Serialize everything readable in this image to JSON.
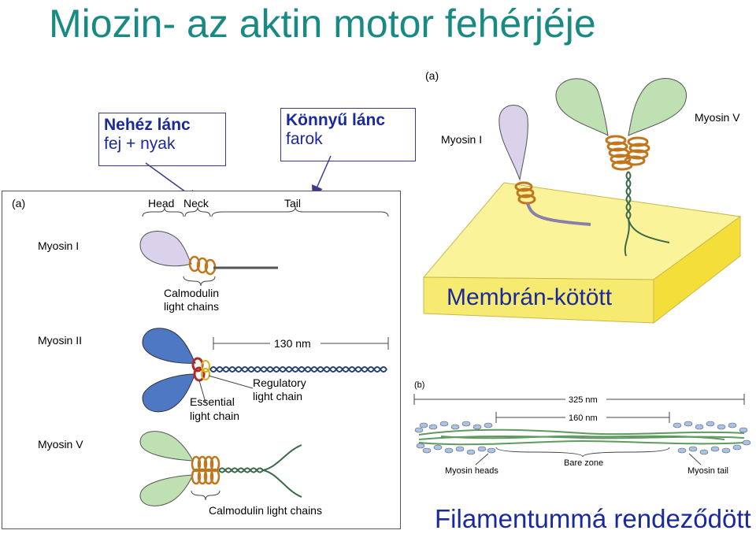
{
  "title": "Miozin- az aktin motor fehérjéje",
  "callouts": {
    "heavy": {
      "line1": "Nehéz lánc",
      "line2": "fej + nyak"
    },
    "light": {
      "line1": "Könnyű lánc",
      "line2": "farok"
    }
  },
  "left_panel": {
    "panel_letter": "(a)",
    "head": "Head",
    "neck": "Neck",
    "tail": "Tail",
    "myosin1": "Myosin I",
    "calmodulin1_l1": "Calmodulin",
    "calmodulin1_l2": "light chains",
    "myosin2": "Myosin II",
    "length": "130 nm",
    "regulatory_l1": "Regulatory",
    "regulatory_l2": "light chain",
    "essential_l1": "Essential",
    "essential_l2": "light chain",
    "myosin5": "Myosin V",
    "calmodulin5": "Calmodulin light chains"
  },
  "right_top": {
    "panel_letter": "(a)",
    "myosin1": "Myosin I",
    "myosin5": "Myosin V",
    "caption": "Membrán-kötött"
  },
  "right_bottom": {
    "panel_letter": "(b)",
    "length_325": "325 nm",
    "length_160": "160 nm",
    "bare_zone": "Bare zone",
    "heads": "Myosin heads",
    "tail": "Myosin tail",
    "caption": "Filamentummá rendeződött"
  },
  "colors": {
    "title": "#178a83",
    "callout_text": "#1a2a9c",
    "myosin1_head": "#d9d2ea",
    "myosin2_head": "#4f78c4",
    "myosin5_head": "#bfe0b2",
    "calmodulin": "#e0962a",
    "regulatory": "#b02a2a",
    "membrane": "#fbf39a"
  }
}
